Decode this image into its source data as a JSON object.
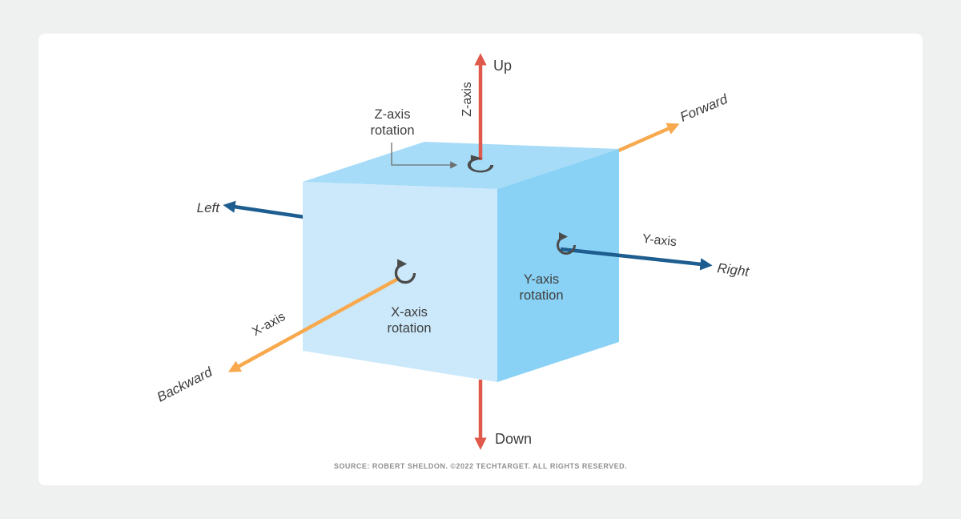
{
  "labels": {
    "up": "Up",
    "down": "Down",
    "left": "Left",
    "right": "Right",
    "forward": "Forward",
    "backward": "Backward",
    "z_axis": "Z-axis",
    "y_axis": "Y-axis",
    "x_axis": "X-axis"
  },
  "rotations": {
    "z": {
      "line1": "Z-axis",
      "line2": "rotation"
    },
    "y": {
      "line1": "Y-axis",
      "line2": "rotation"
    },
    "x": {
      "line1": "X-axis",
      "line2": "rotation"
    }
  },
  "footer": {
    "source": "SOURCE: ROBERT SHELDON. ©2022 TECHTARGET. ALL RIGHTS RESERVED."
  },
  "colors": {
    "background": "#eff0f0",
    "card": "#ffffff",
    "cube_top": "#a6dcf7",
    "cube_front": "#cbe9fb",
    "cube_right": "#8ad2f5",
    "axis_red": "#df5a4c",
    "axis_orange": "#f8a94e",
    "axis_blue": "#1d5d8f",
    "rotation_icon": "#4b4b4b",
    "pointer": "#6e6e6e",
    "text": "#3e3e3e",
    "footer_text": "#8f8f8f"
  }
}
